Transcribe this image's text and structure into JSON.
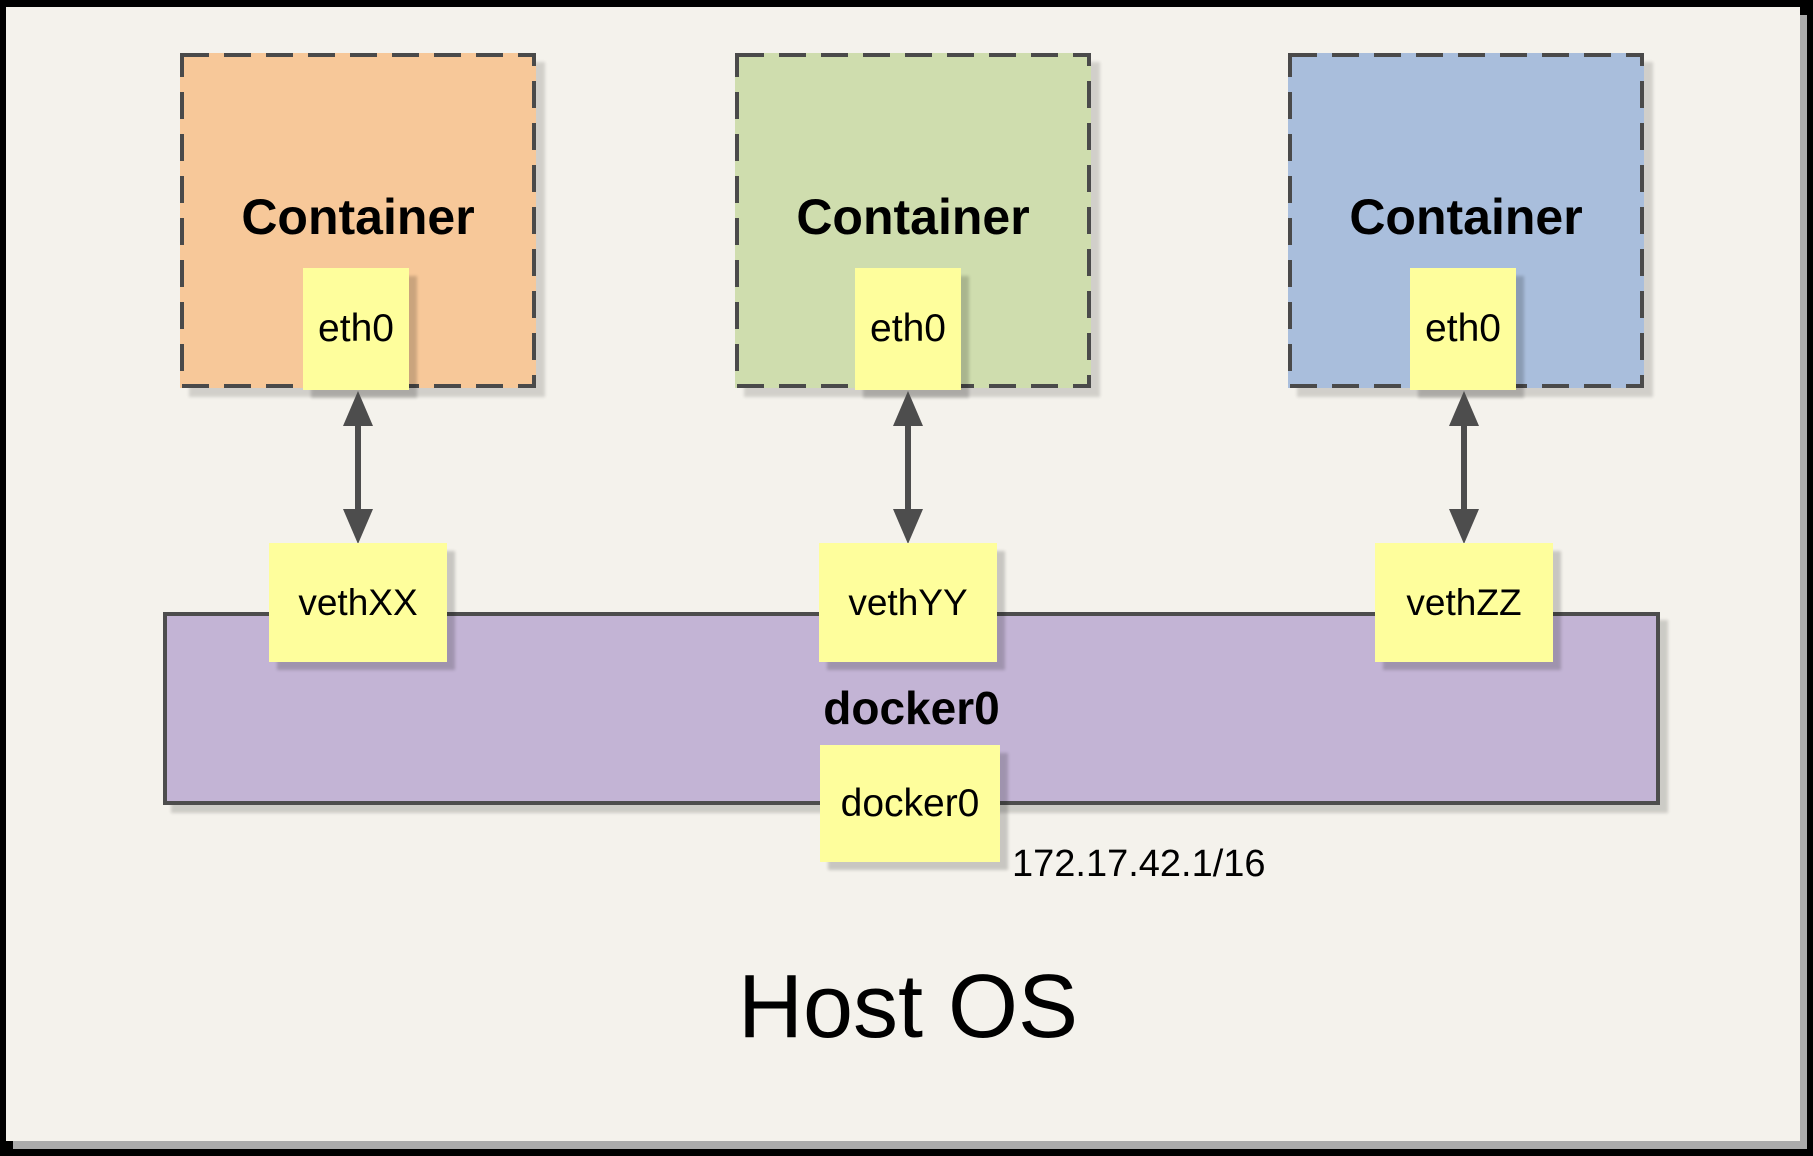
{
  "title": "Host OS",
  "containers": [
    {
      "label": "Container",
      "fill": "#F7C899",
      "interface_label": "eth0",
      "veth_label": "vethXX"
    },
    {
      "label": "Container",
      "fill": "#CFDDAE",
      "interface_label": "eth0",
      "veth_label": "vethYY"
    },
    {
      "label": "Container",
      "fill": "#A9BEDC",
      "interface_label": "eth0",
      "veth_label": "vethZZ"
    }
  ],
  "bridge": {
    "label": "docker0",
    "interface_label": "docker0",
    "ip_address": "172.17.42.1/16",
    "fill": "#C3B4D5"
  },
  "styles": {
    "note_fill": "#FEFE9C",
    "line_color": "#4D4D4D",
    "page_background": "#F4F2EC",
    "frame_color": "#000000"
  }
}
